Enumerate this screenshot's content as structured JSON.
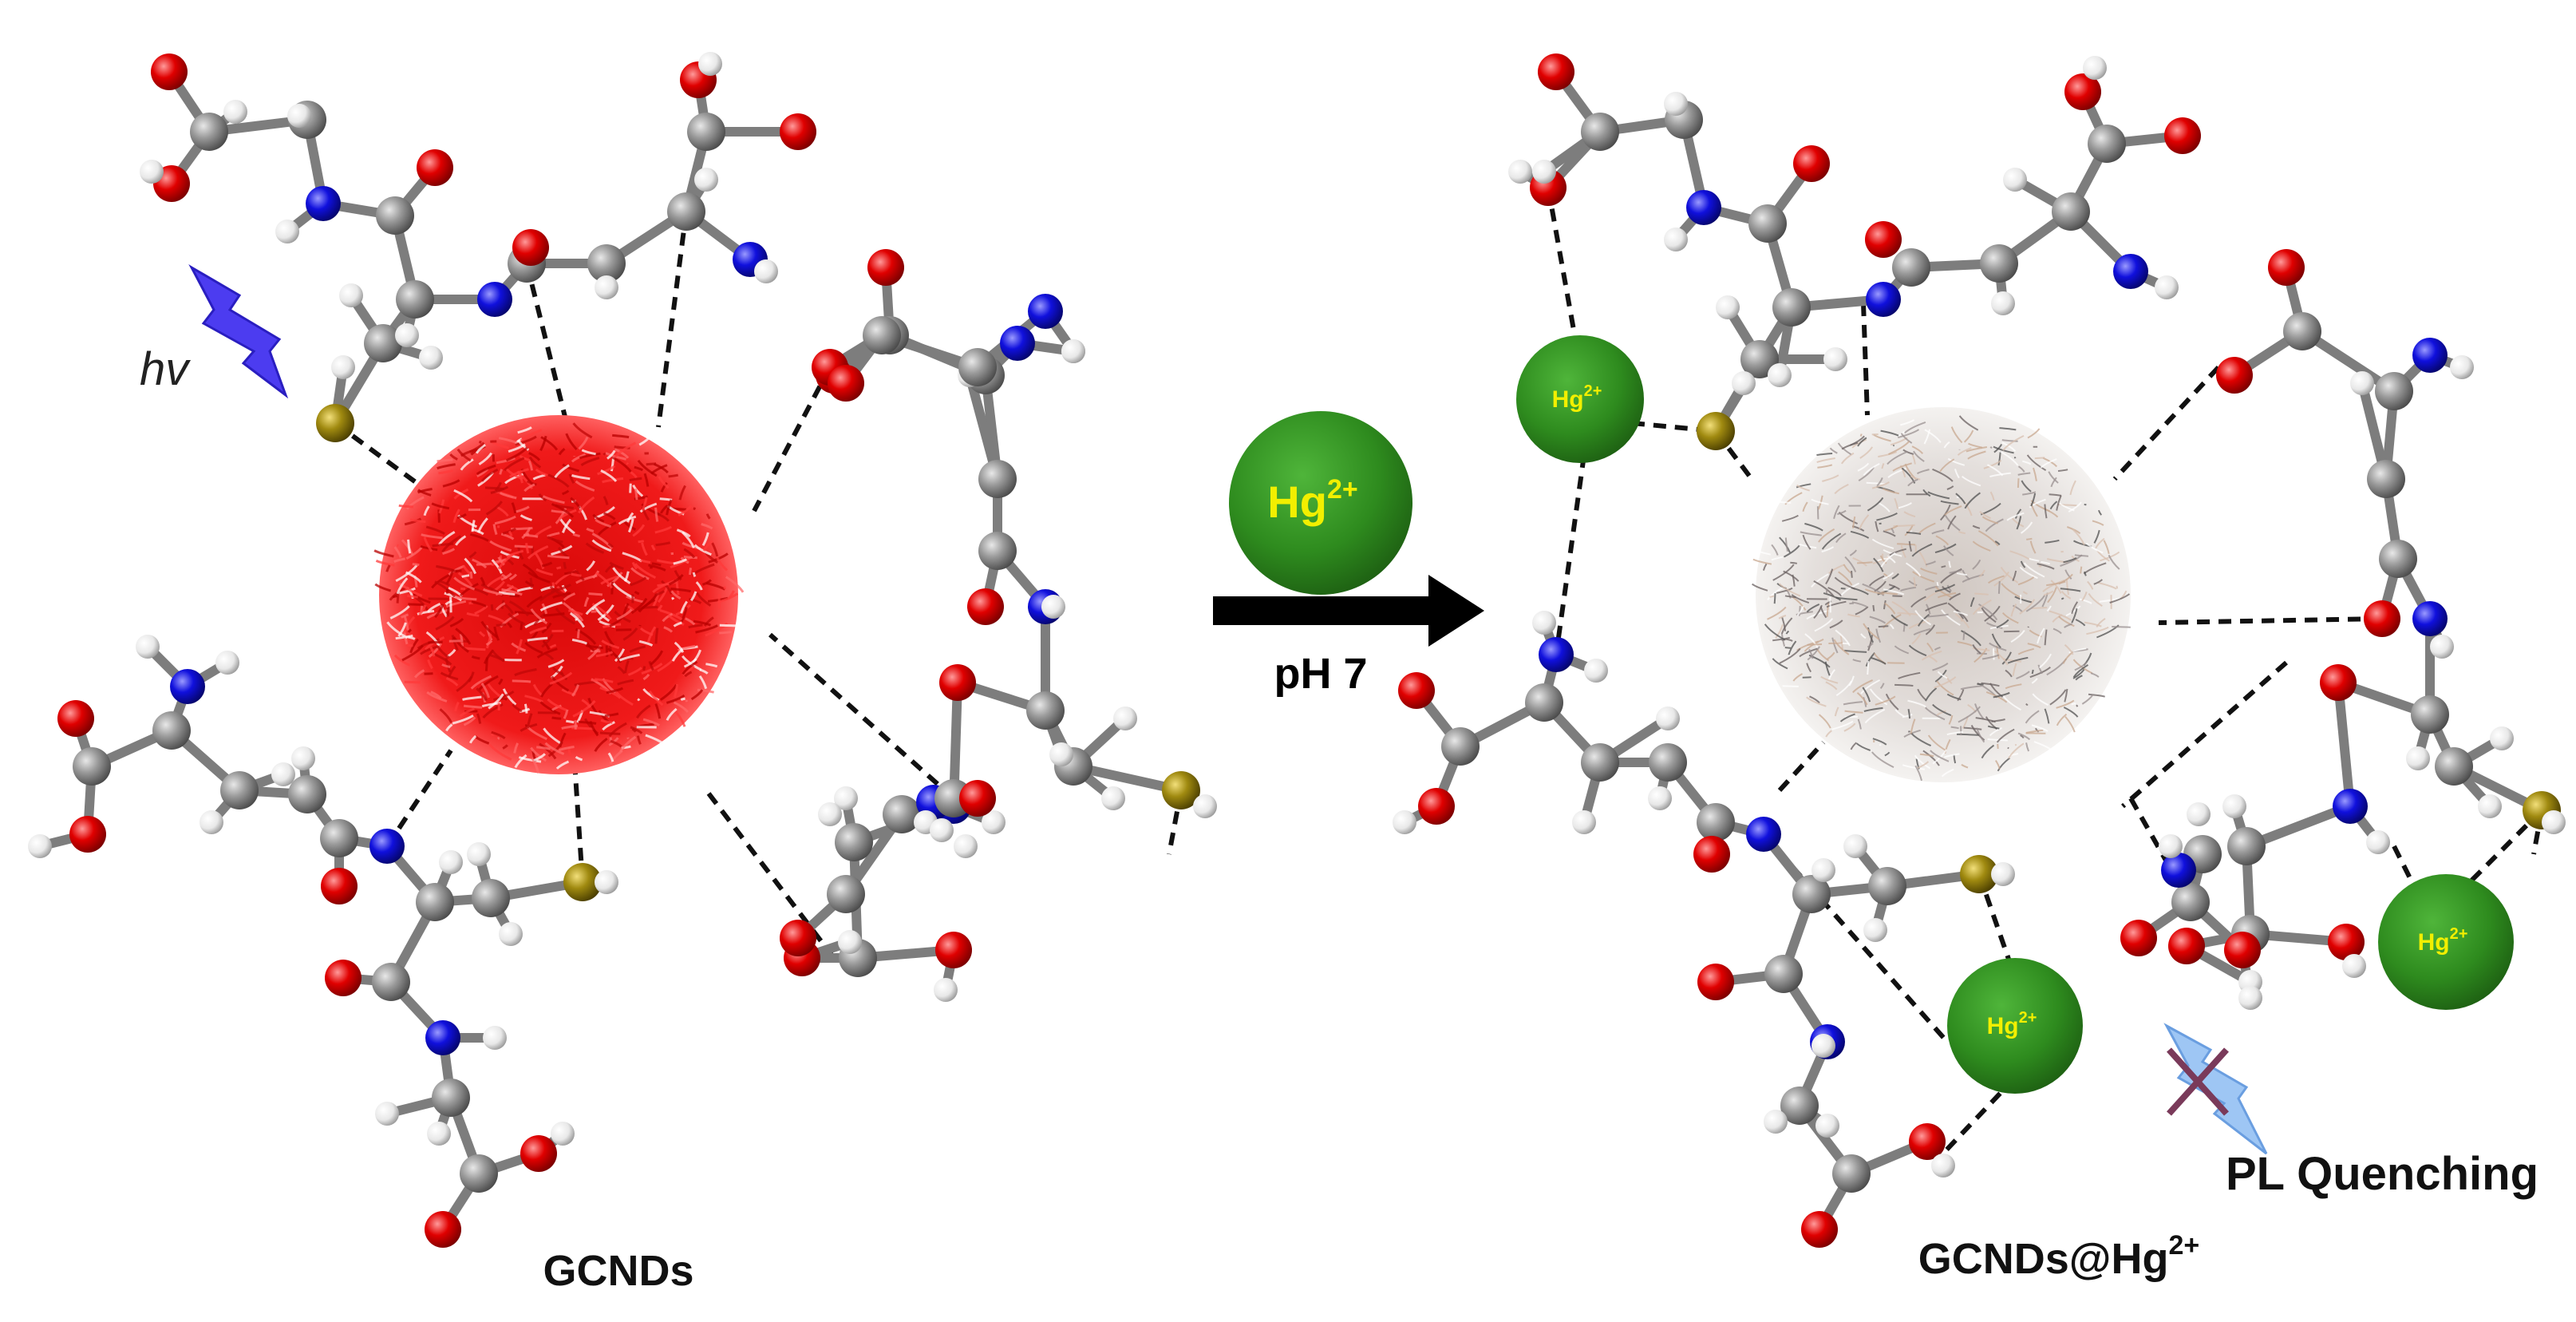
{
  "left_panel": {
    "label": "GCNDs",
    "photon_label": "hv",
    "dot_color": "#e01010"
  },
  "reaction": {
    "reagent_label": "Hg",
    "reagent_charge": "2+",
    "condition_label": "pH 7"
  },
  "right_panel": {
    "label": "GCNDs@Hg",
    "label_charge": "2+",
    "quench_label": "PL Quenching",
    "ion_label": "Hg",
    "ion_charge": "2+",
    "dot_color": "#cfc8c4"
  },
  "colors": {
    "carbon": "#8a8a8a",
    "oxygen": "#e00000",
    "nitrogen": "#1010dd",
    "sulfur": "#a08a10",
    "hydrogen": "#f0f0f0",
    "hg_ion": "#2e8b1e",
    "hg_text": "#f2ef00",
    "photon": "#4c3cf0",
    "photon_quenched": "#8ab6f0",
    "cross": "#7a3a5a",
    "arrow": "#000000"
  }
}
